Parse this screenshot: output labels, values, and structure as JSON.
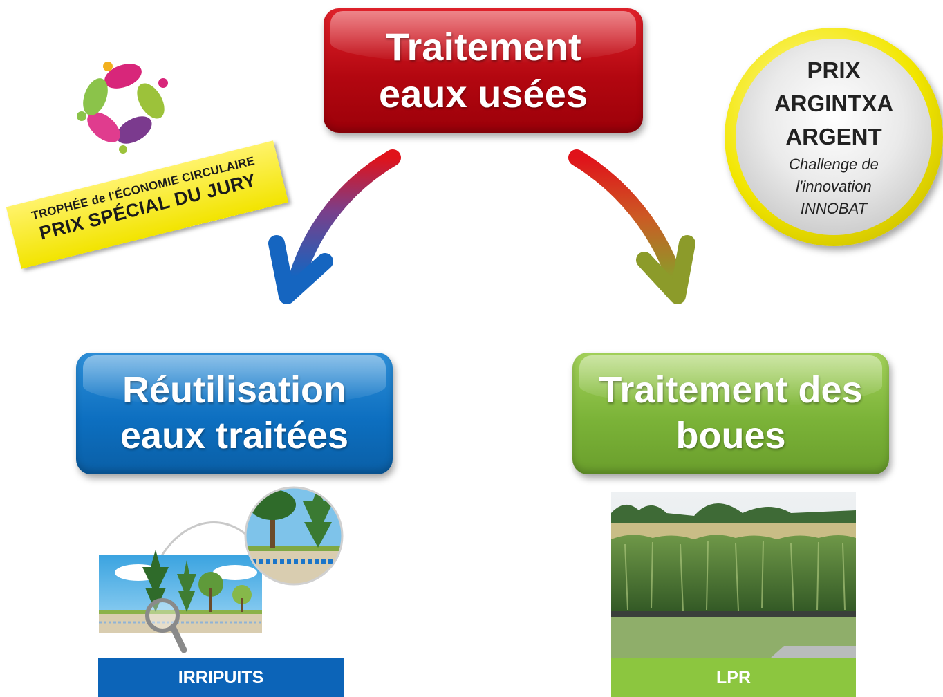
{
  "top_box": {
    "line1": "Traitement",
    "line2": "eaux usées"
  },
  "left_box": {
    "line1": "Réutilisation",
    "line2": "eaux traitées"
  },
  "right_box": {
    "line1": "Traitement des",
    "line2": "boues"
  },
  "trophy": {
    "line1": "TROPHÉE de l'ÉCONOMIE CIRCULAIRE",
    "line2": "PRIX SPÉCIAL DU JURY"
  },
  "medal": {
    "line1": "PRIX",
    "line2": "ARGINTXA",
    "line3": "ARGENT",
    "line4": "Challenge de",
    "line5": "l'innovation",
    "line6": "INNOBAT"
  },
  "captions": {
    "left": "IRRIPUITS",
    "right": "LPR"
  },
  "colors": {
    "top_box": "#b30710",
    "left_box": "#0d6fc0",
    "right_box": "#7bb338",
    "medal_ring": "#f2e600",
    "banner": "#f2e400",
    "caption_left": "#0c64b8",
    "caption_right": "#8cc63f"
  },
  "icons": {
    "trophy_logo": "circular-economy-logo",
    "left_illustration": "irrigation-trees-magnifier-illustration",
    "right_photo": "reed-bed-field-photo"
  }
}
